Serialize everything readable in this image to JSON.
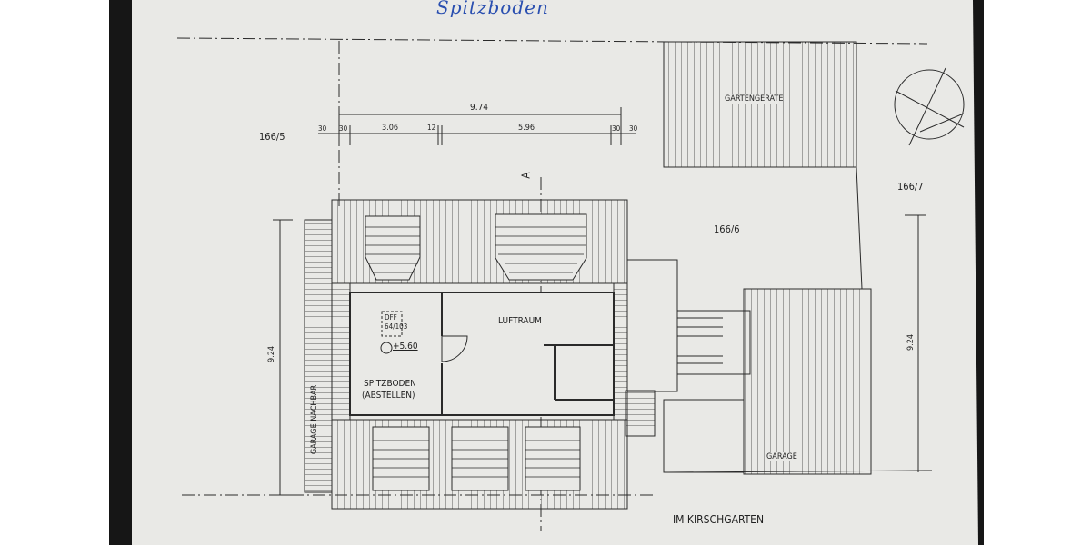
{
  "handwritten_title": "Spitzboden",
  "dimensions": {
    "total_width": "9.74",
    "left_wall": "30",
    "left_wall_inner": "30",
    "room_left": "3.06",
    "partition": "12",
    "room_right": "5.96",
    "right_wall_inner": "30",
    "right_wall": "30",
    "depth_left": "9.24",
    "depth_right": "9.24"
  },
  "parcels": {
    "left": "166/5",
    "center": "166/6",
    "right": "166/7"
  },
  "rooms": {
    "luftraum": "LUFTRAUM",
    "spitzboden": "SPITZBODEN",
    "spitzboden_sub": "(ABSTELLEN)",
    "window_tag_1": "DFF",
    "window_tag_2": "64/103",
    "level": "+5.60"
  },
  "labels": {
    "gartengeraete": "GARTENGERÄTE",
    "garage": "GARAGE",
    "garage_nachbar": "GARAGE NACHBAR",
    "street": "IM KIRSCHGARTEN",
    "section": "A"
  },
  "colors": {
    "paper": "#e9e9e6",
    "ink": "#2a2a2a",
    "handwriting": "#2a4fb0",
    "background": "#111111"
  }
}
